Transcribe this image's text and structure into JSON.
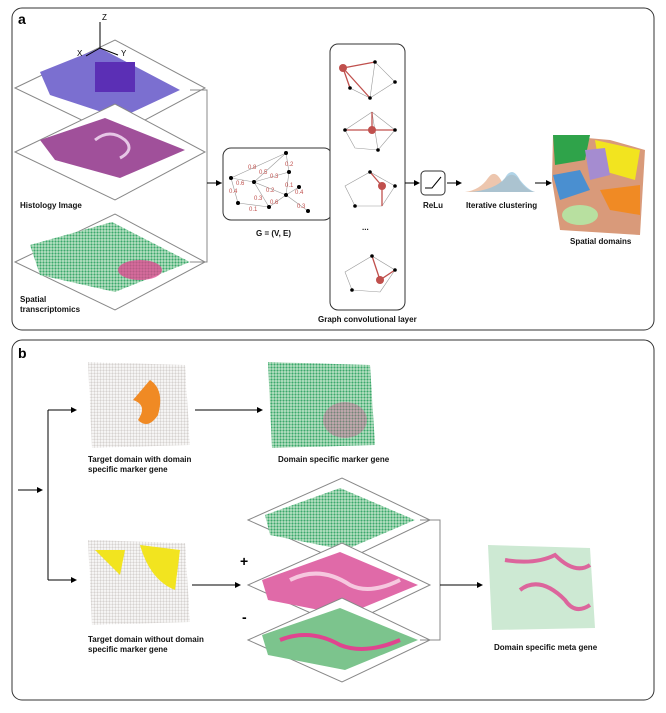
{
  "panel_a": {
    "label": "a",
    "axes": {
      "z": "Z",
      "x": "X",
      "y": "Y"
    },
    "histology_label": "Histology Image",
    "st_label_1": "Spatial",
    "st_label_2": "transcriptomics",
    "graph_label": "G = (V, E)",
    "edge_weights": [
      "0.8",
      "0.5",
      "0.2",
      "0.3",
      "0.6",
      "0.1",
      "0.4",
      "0.2",
      "0.4",
      "0.3",
      "0.6",
      "0.1",
      "0.3"
    ],
    "gcn_label": "Graph convolutional layer",
    "ellipsis": "...",
    "relu_label": "ReLu",
    "clustering_label": "Iterative clustering",
    "domains_label": "Spatial domains"
  },
  "panel_b": {
    "label": "b",
    "target_with_1": "Target domain with domain",
    "target_with_2": "specific marker gene",
    "marker_gene": "Domain specific marker gene",
    "target_without_1": "Target domain without domain",
    "target_without_2": "specific marker gene",
    "plus": "+",
    "minus": "-",
    "meta_gene": "Domain specific meta gene"
  },
  "colors": {
    "green": "#3aa86b",
    "pink": "#e0448f",
    "grey": "#d6d2d0",
    "orange": "#f08a24",
    "yellow": "#f2e41f",
    "purple": "#6b4fc0",
    "edge": "#c0504d"
  }
}
